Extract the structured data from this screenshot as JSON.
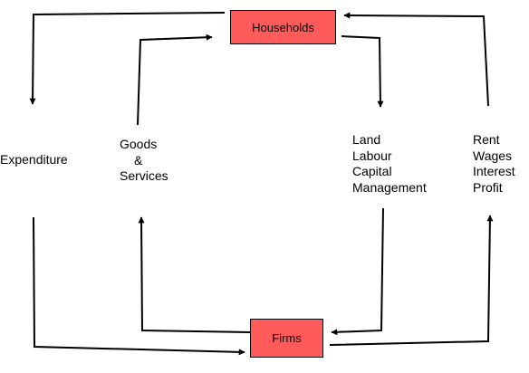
{
  "colors": {
    "box_fill": "#ff5b5b",
    "line": "#000000"
  },
  "nodes": {
    "households": "Households",
    "firms": "Firms"
  },
  "labels": {
    "expenditure": "Expenditure",
    "goods_services": [
      "Goods",
      "&",
      "Services"
    ],
    "factors": [
      "Land",
      "Labour",
      "Capital",
      "Management"
    ],
    "factor_incomes": [
      "Rent",
      "Wages",
      "Interest",
      "Profit"
    ]
  }
}
